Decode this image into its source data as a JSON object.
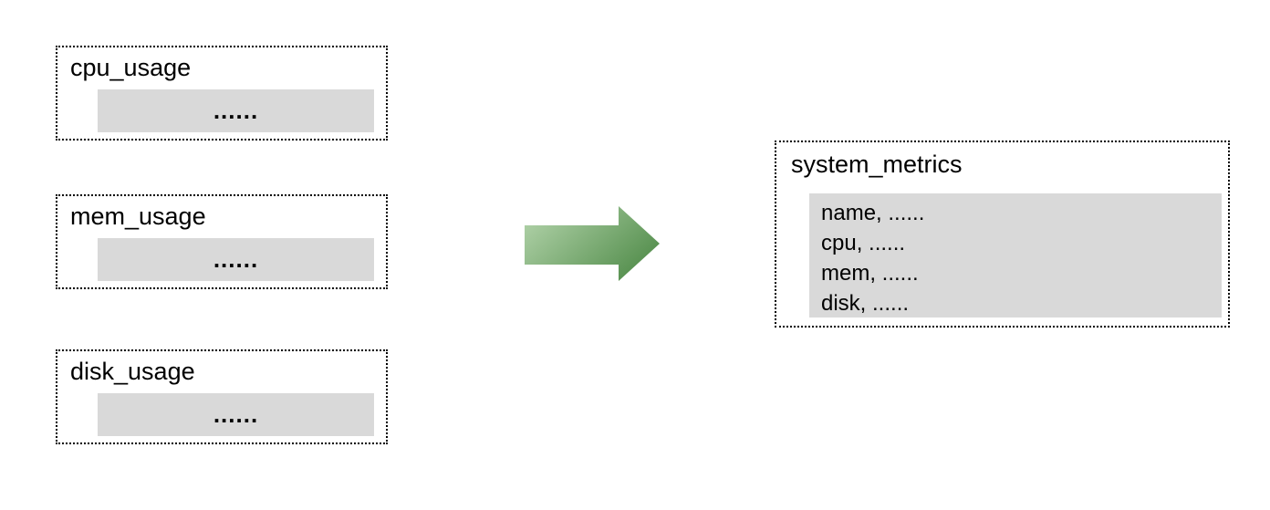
{
  "sources": [
    {
      "title": "cpu_usage",
      "body": "......"
    },
    {
      "title": "mem_usage",
      "body": "......"
    },
    {
      "title": "disk_usage",
      "body": "......"
    }
  ],
  "arrow": {
    "direction": "right",
    "gradient_start": "#aed0a6",
    "gradient_end": "#4e8a47"
  },
  "result": {
    "title": "system_metrics",
    "rows": [
      "name, ......",
      "cpu, ......",
      "mem, ......",
      "disk, ......"
    ]
  },
  "colors": {
    "panel": "#d9d9d9",
    "border": "#000000",
    "background": "#ffffff"
  }
}
